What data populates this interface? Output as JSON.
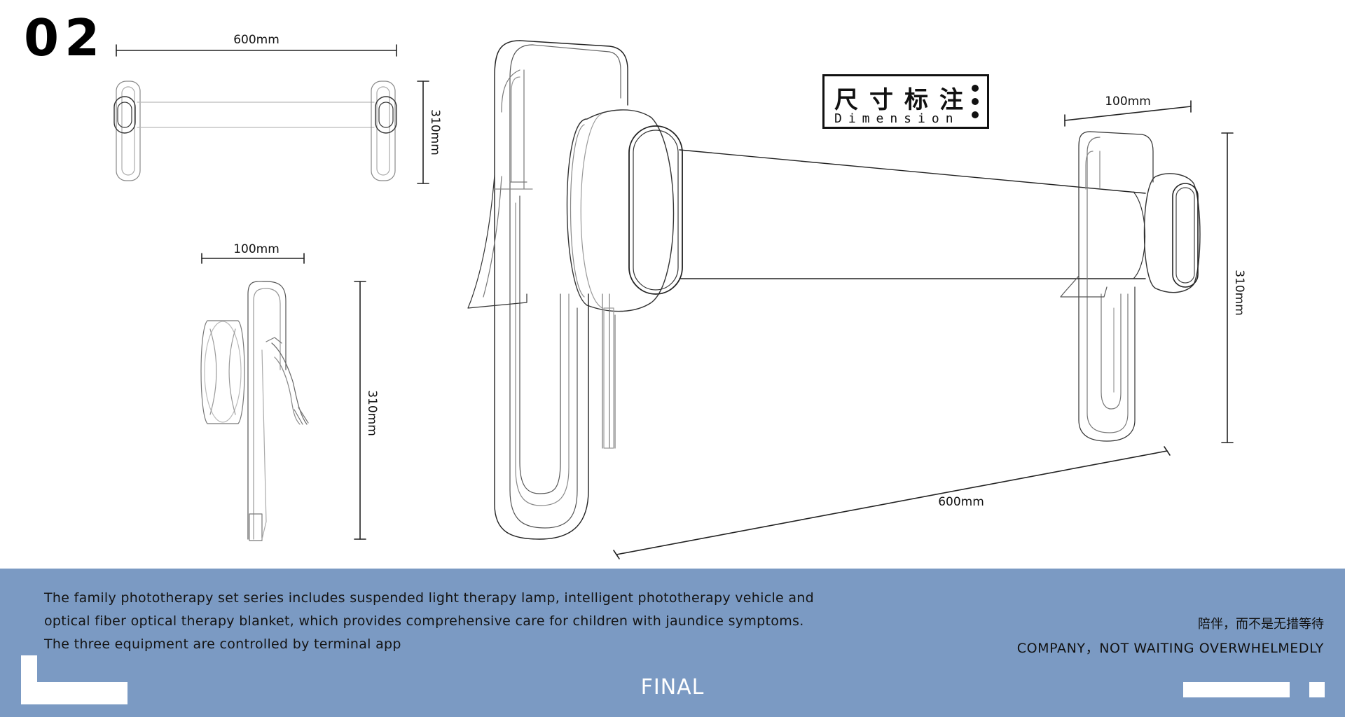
{
  "page_number": "02",
  "title": {
    "cn": "尺寸标注",
    "en": "Dimension"
  },
  "dimensions": {
    "front_width": "600mm",
    "front_height": "310mm",
    "side_depth": "100mm",
    "side_height": "310mm",
    "persp_depth": "100mm",
    "persp_height": "310mm",
    "persp_width": "600mm"
  },
  "footer": {
    "description": [
      "The family phototherapy set series includes suspended light therapy lamp, intelligent phototherapy vehicle and",
      "optical fiber optical therapy blanket, which provides comprehensive care for children with jaundice symptoms.",
      "The three equipment are controlled by terminal app"
    ],
    "slogan_cn": "陪伴，而不是无措等待",
    "slogan_en": "COMPANY，NOT WAITING OVERWHELMEDLY",
    "final_label": "FINAL"
  },
  "colors": {
    "footer_bg": "#7b9ac3",
    "line": "#222222"
  }
}
